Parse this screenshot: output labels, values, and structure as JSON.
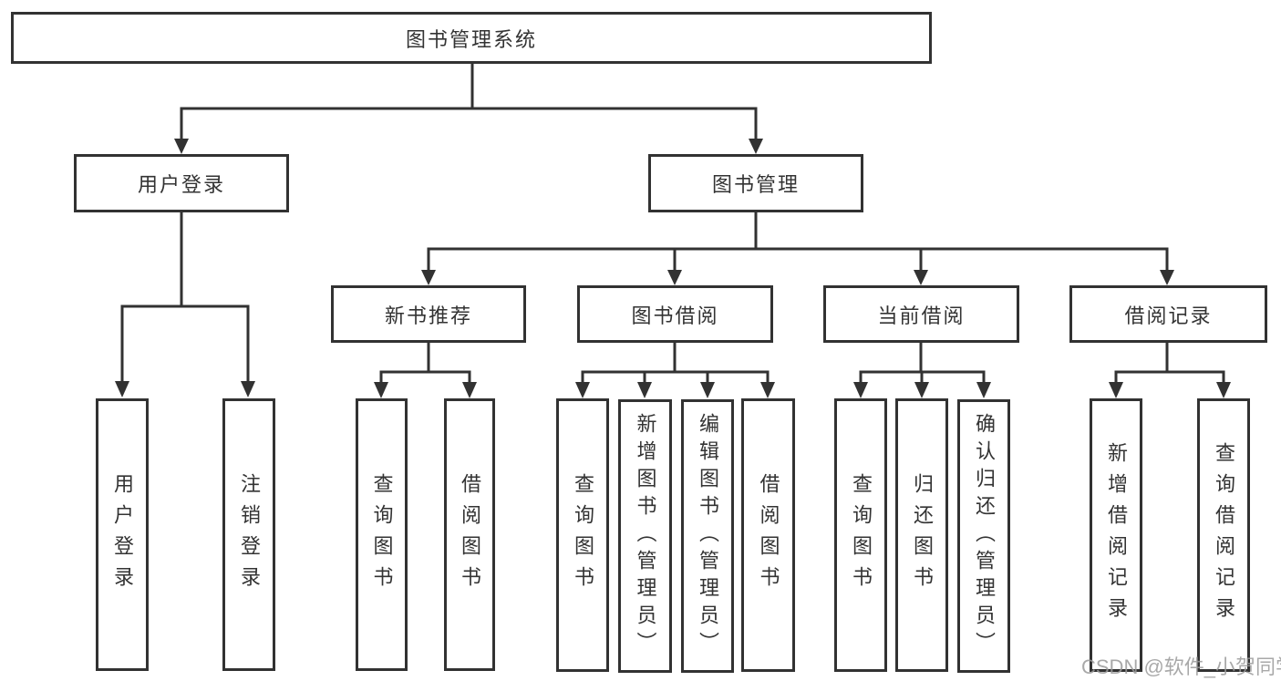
{
  "colors": {
    "line": "#323232",
    "box_border": "#323232",
    "box_fill": "#ffffff",
    "text": "#333333",
    "watermark": "#9b9b9b"
  },
  "watermark": {
    "text": "CSDN @软件_小贺同学"
  },
  "nodes": {
    "root": {
      "label": "图书管理系统"
    },
    "user_login": {
      "label": "用户登录"
    },
    "book_management": {
      "label": "图书管理"
    },
    "new_book_recommend": {
      "label": "新书推荐"
    },
    "book_borrow": {
      "label": "图书借阅"
    },
    "current_borrow": {
      "label": "当前借阅"
    },
    "borrow_records": {
      "label": "借阅记录"
    },
    "user_login_leaf": {
      "label": "用户登录"
    },
    "logout_leaf": {
      "label": "注销登录"
    },
    "nb_query_books": {
      "label": "查询图书"
    },
    "nb_borrow_books": {
      "label": "借阅图书"
    },
    "bb_query_books": {
      "label": "查询图书"
    },
    "bb_add_books": {
      "label": "新增图书（管理员）"
    },
    "bb_edit_books": {
      "label": "编辑图书（管理员）"
    },
    "bb_borrow_books": {
      "label": "借阅图书"
    },
    "cb_query_books": {
      "label": "查询图书"
    },
    "cb_return_books": {
      "label": "归还图书"
    },
    "cb_confirm_return": {
      "label": "确认归还（管理员）"
    },
    "br_add_record": {
      "label": "新增借阅记录"
    },
    "br_query_record": {
      "label": "查询借阅记录"
    }
  },
  "hierarchy": {
    "图书管理系统": [
      "用户登录",
      "图书管理"
    ],
    "用户登录": [
      "用户登录",
      "注销登录"
    ],
    "图书管理": [
      "新书推荐",
      "图书借阅",
      "当前借阅",
      "借阅记录"
    ],
    "新书推荐": [
      "查询图书",
      "借阅图书"
    ],
    "图书借阅": [
      "查询图书",
      "新增图书（管理员）",
      "编辑图书（管理员）",
      "借阅图书"
    ],
    "当前借阅": [
      "查询图书",
      "归还图书",
      "确认归还（管理员）"
    ],
    "借阅记录": [
      "新增借阅记录",
      "查询借阅记录"
    ]
  }
}
